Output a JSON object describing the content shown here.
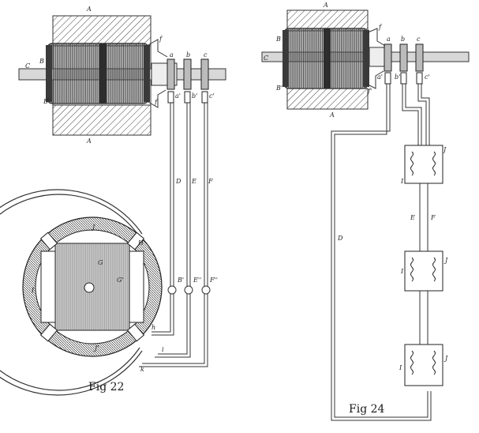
{
  "figures": [
    {
      "caption": "Fig 22",
      "labels": {
        "A_top": "A",
        "A_bottom": "A",
        "B": "B",
        "B_prime": "B'",
        "C": "C",
        "f": "f",
        "f_prime": "f'",
        "a": "a",
        "b": "b",
        "c": "c",
        "a_prime": "a'",
        "b_prime": "b'",
        "c_prime": "c'",
        "D": "D",
        "E": "E",
        "F": "F",
        "J": "J",
        "J_prime": "J'",
        "H": "H",
        "G": "G",
        "G_prime": "G'",
        "I": "I",
        "B_ring": "B'",
        "E_ring": "E''",
        "F_ring": "F''",
        "h": "h",
        "i": "i",
        "k": "k"
      }
    },
    {
      "caption": "Fig 24",
      "labels": {
        "A_top": "A",
        "A_bottom": "A",
        "B": "B",
        "B_prime": "B'",
        "C": "C",
        "f": "f",
        "f_prime": "f'",
        "a": "a",
        "b": "b",
        "c": "c",
        "a_prime": "a'",
        "b_prime": "b'",
        "c_prime": "c'",
        "D": "D",
        "E": "E",
        "F": "F",
        "coil1_left": "I",
        "coil1_right": "J",
        "coil2_left": "I",
        "coil2_right": "J",
        "coil3_left": "I",
        "coil3_right": "J"
      }
    }
  ],
  "colors": {
    "ink": "#2a2a2a",
    "shade": "#6e6e6e",
    "paper": "#ffffff"
  }
}
